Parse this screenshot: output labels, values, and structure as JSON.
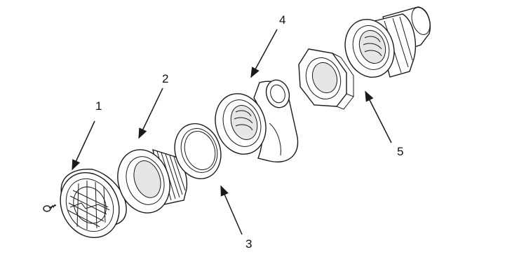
{
  "colors": {
    "ink": "#1a1a1a",
    "background": "#ffffff"
  },
  "callouts": [
    {
      "id": "1",
      "label": "1"
    },
    {
      "id": "2",
      "label": "2"
    },
    {
      "id": "3",
      "label": "3"
    },
    {
      "id": "4",
      "label": "4"
    },
    {
      "id": "5",
      "label": "5"
    }
  ]
}
